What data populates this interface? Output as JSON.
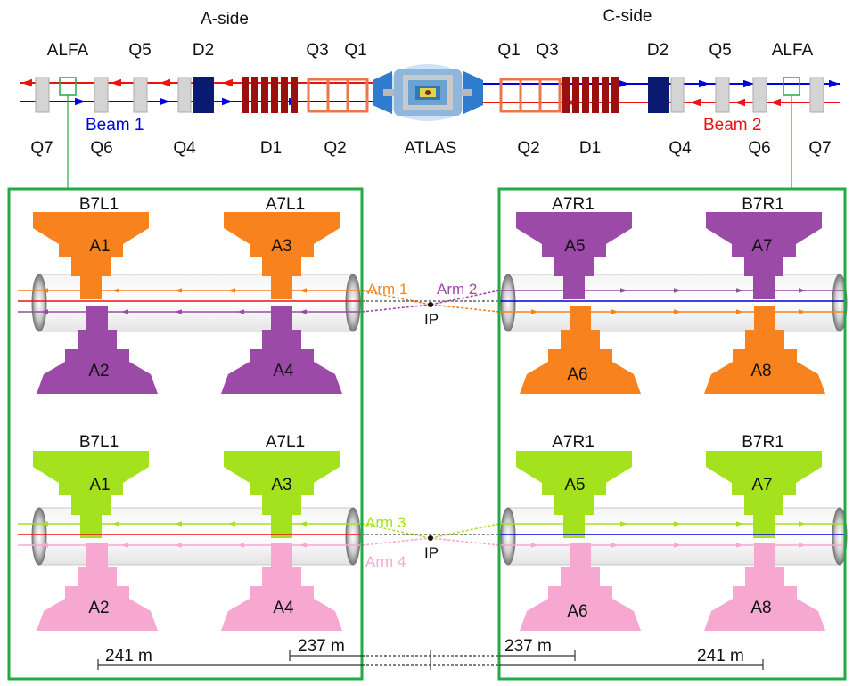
{
  "top": {
    "a_side": "A-side",
    "c_side": "C-side",
    "upper_left": [
      "ALFA",
      "Q5",
      "D2",
      "Q3",
      "Q1"
    ],
    "upper_right": [
      "Q1",
      "Q3",
      "D2",
      "Q5",
      "ALFA"
    ],
    "lower_left": [
      "Q7",
      "Q6",
      "Q4",
      "D1",
      "Q2"
    ],
    "center": "ATLAS",
    "lower_right": [
      "Q2",
      "D1",
      "Q4",
      "Q6",
      "Q7"
    ],
    "beam1": "Beam 1",
    "beam2": "Beam 2"
  },
  "panels": {
    "upper": {
      "stations_left": [
        "B7L1",
        "A7L1"
      ],
      "stations_right": [
        "A7R1",
        "B7R1"
      ],
      "left_top": [
        "A1",
        "A3"
      ],
      "left_bottom": [
        "A2",
        "A4"
      ],
      "right_top": [
        "A5",
        "A7"
      ],
      "right_bottom": [
        "A6",
        "A8"
      ],
      "arm_a": "Arm 1",
      "arm_b": "Arm 2",
      "ip": "IP"
    },
    "lower": {
      "stations_left": [
        "B7L1",
        "A7L1"
      ],
      "stations_right": [
        "A7R1",
        "B7R1"
      ],
      "left_top": [
        "A1",
        "A3"
      ],
      "left_bottom": [
        "A2",
        "A4"
      ],
      "right_top": [
        "A5",
        "A7"
      ],
      "right_bottom": [
        "A6",
        "A8"
      ],
      "arm_a": "Arm 3",
      "arm_b": "Arm 4",
      "ip": "IP"
    }
  },
  "distances": {
    "d241_left": "241 m",
    "d237_left": "237 m",
    "d237_right": "237 m",
    "d241_right": "241 m"
  },
  "colors": {
    "beam1": "#0000dd",
    "beam2": "#ee1111",
    "frame": "#22aa44",
    "orange": "#f7821e",
    "purple": "#9b4aa7",
    "lime": "#a4e21e",
    "pink": "#f6a8d0",
    "d1": "#9b0f0f",
    "d2": "#0a1a70",
    "q2q3": "#e8784f"
  }
}
